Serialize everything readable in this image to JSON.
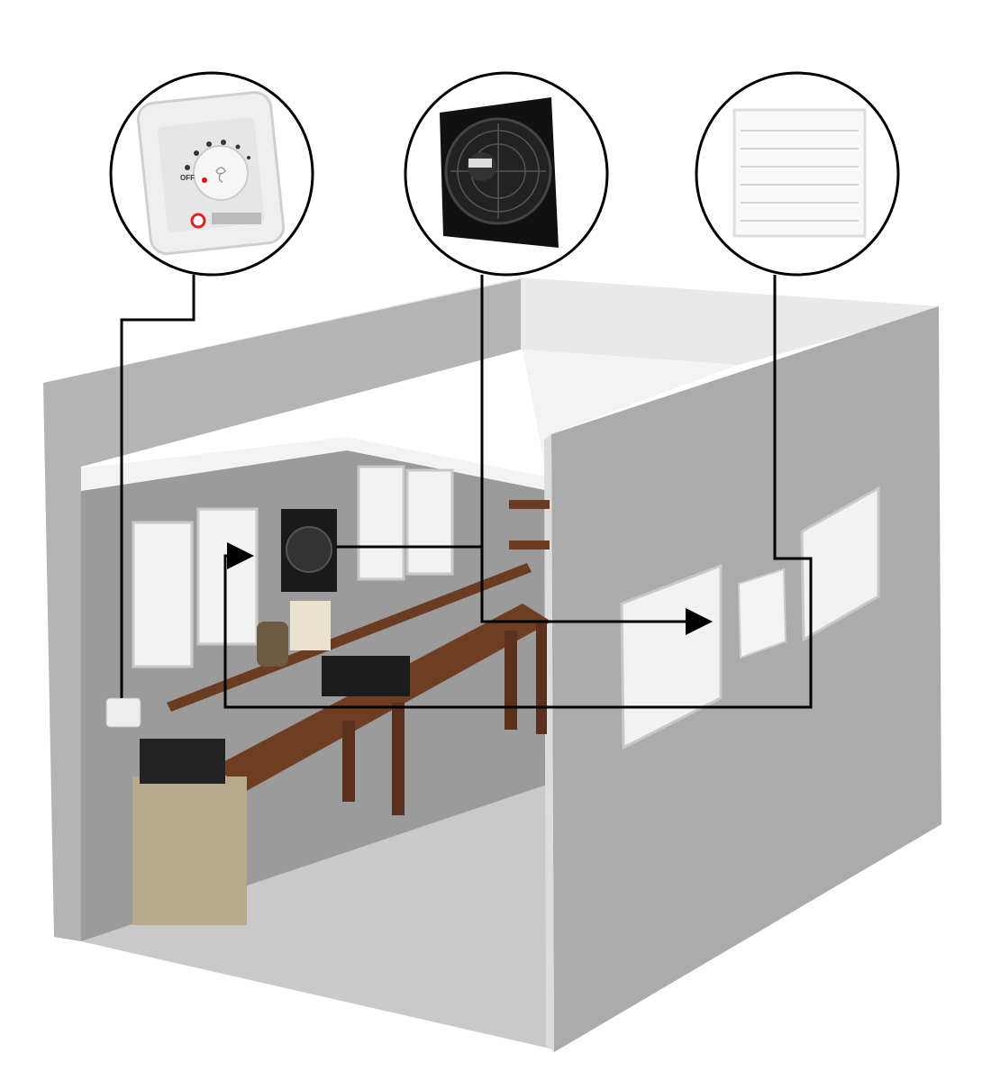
{
  "diagram": {
    "components": [
      {
        "id": "speed-controller",
        "label": "OFF"
      },
      {
        "id": "axial-fan"
      },
      {
        "id": "gravity-shutter"
      }
    ],
    "colors": {
      "wall_outer": "#b4b4b4",
      "wall_inner": "#9b9b9b",
      "right_wall": "#ababab",
      "floor": "#c9c9c9",
      "wood": "#6b3b22",
      "connector": "#000000"
    }
  }
}
